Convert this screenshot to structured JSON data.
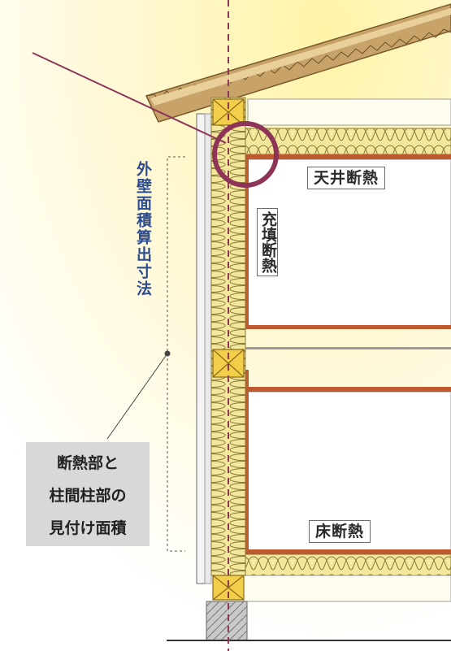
{
  "labels": {
    "ceiling_insulation": "天井断熱",
    "fill_insulation": "充填断熱",
    "floor_insulation": "床断熱",
    "wall_dimension": "外壁面積算出寸法"
  },
  "callout": {
    "line1": "断熱部と",
    "line2": "柱間柱部の",
    "line3": "見付け面積"
  },
  "colors": {
    "highlight_circle": "#8e3458",
    "dimension_text": "#2d4c8f",
    "beam": "#bf5a2e",
    "insulation": "#f2e79a",
    "timber": "#f2cf4a"
  }
}
